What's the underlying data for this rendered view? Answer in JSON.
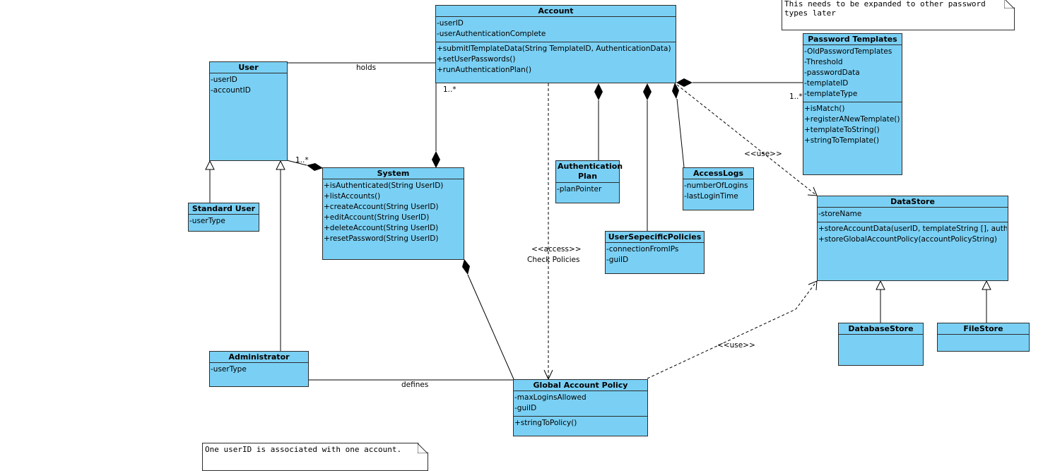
{
  "classes": {
    "account": {
      "name": "Account",
      "attributes": [
        "-userID",
        "-userAuthenticationComplete"
      ],
      "operations": [
        "+submitlTemplateData(String TemplateID, AuthenticationData)",
        "+setUserPasswords()",
        "+runAuthenticationPlan()"
      ]
    },
    "user": {
      "name": "User",
      "attributes": [
        "-userID",
        "-accountID"
      ],
      "operations": []
    },
    "standard_user": {
      "name": "Standard User",
      "attributes": [
        "-userType"
      ]
    },
    "administrator": {
      "name": "Administrator",
      "attributes": [
        "-userType"
      ]
    },
    "system": {
      "name": "System",
      "operations": [
        "+isAuthenticated(String UserID)",
        "+listAccounts()",
        "+createAccount(String UserID)",
        "+editAccount(String UserID)",
        "+deleteAccount(String UserID)",
        "+resetPassword(String UserID)"
      ]
    },
    "authentication_plan": {
      "name_line1": "Authentication",
      "name_line2": "Plan",
      "attributes": [
        "-planPointer"
      ]
    },
    "access_logs": {
      "name": "AccessLogs",
      "attributes": [
        "-numberOfLogins",
        "-lastLoginTime"
      ]
    },
    "user_specific_policies": {
      "name": "UserSepecificPolicies",
      "attributes": [
        "-connectionFromIPs",
        "-guiID"
      ]
    },
    "password_templates": {
      "name": "Password Templates",
      "attributes": [
        "-OldPasswordTemplates",
        "-Threshold",
        "-passwordData",
        "-templateID",
        "-templateType"
      ],
      "operations": [
        "+isMatch()",
        "+registerANewTemplate()",
        "+templateToString()",
        "+stringToTemplate()"
      ]
    },
    "data_store": {
      "name": "DataStore",
      "attributes": [
        "-storeName"
      ],
      "operations": [
        "+storeAccountData(userID, templateString [], authent...",
        "+storeGlobalAccountPolicy(accountPolicyString)"
      ]
    },
    "database_store": {
      "name": "DatabaseStore"
    },
    "file_store": {
      "name": "FileStore"
    },
    "global_account_policy": {
      "name": "Global Account Policy",
      "attributes": [
        "-maxLoginsAllowed",
        "-guiID"
      ],
      "operations": [
        "+stringToPolicy()"
      ]
    }
  },
  "labels": {
    "holds": "holds",
    "mult_account": "1..*",
    "mult_user": "1..*",
    "mult_password": "1..*",
    "use_top": "<<use>>",
    "access_stereotype": "<<access>>",
    "access_name": "Check Policies",
    "use_bottom": "<<use>>",
    "defines": "defines"
  },
  "notes": {
    "top_note": [
      "This needs to be expanded to other password",
      "types later"
    ],
    "bottom_note": [
      "One userID is associated with one account."
    ]
  },
  "colors": {
    "class_fill": "#7ad0f4",
    "border": "#2d2d2d",
    "background": "#ffffff"
  }
}
